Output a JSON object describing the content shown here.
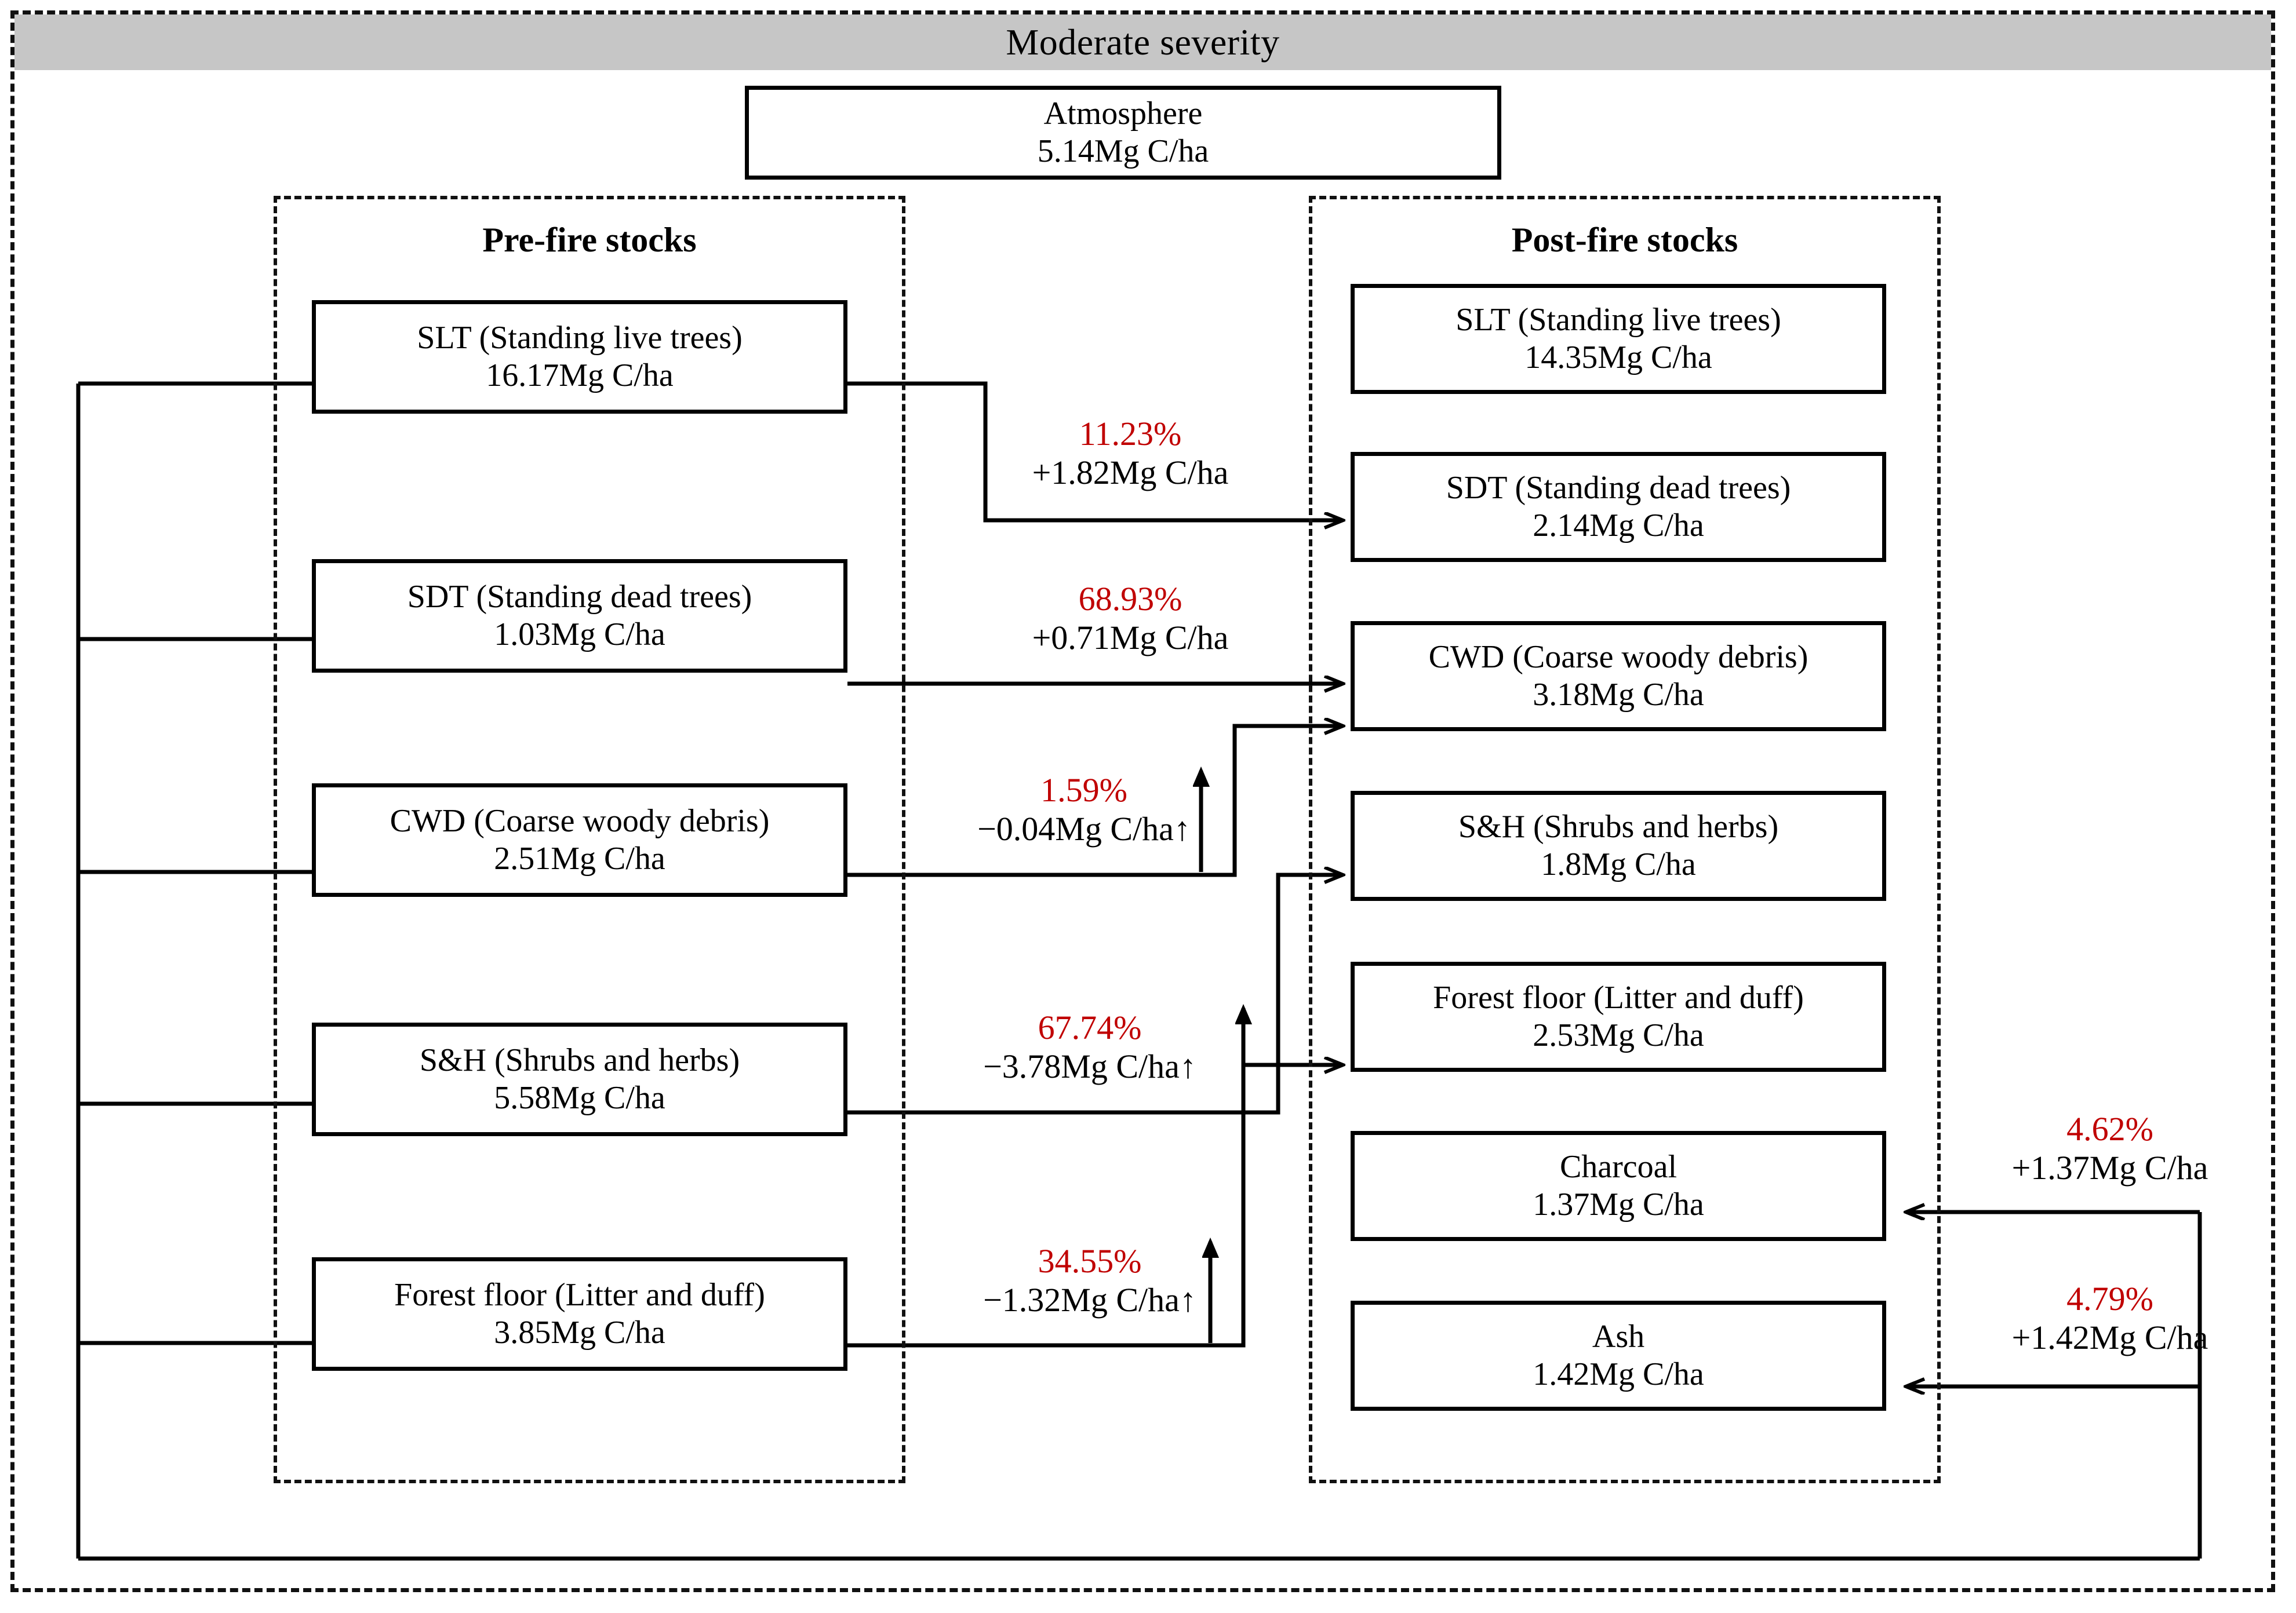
{
  "header": {
    "title": "Moderate severity"
  },
  "atmosphere": {
    "name": "Atmosphere",
    "value": "5.14Mg C/ha"
  },
  "panels": {
    "pre": {
      "title": "Pre-fire stocks"
    },
    "post": {
      "title": "Post-fire stocks"
    }
  },
  "pre_stocks": [
    {
      "name": "SLT (Standing live trees)",
      "value": "16.17Mg C/ha"
    },
    {
      "name": "SDT (Standing dead trees)",
      "value": "1.03Mg C/ha"
    },
    {
      "name": "CWD (Coarse woody debris)",
      "value": "2.51Mg C/ha"
    },
    {
      "name": "S&H (Shrubs and herbs)",
      "value": "5.58Mg C/ha"
    },
    {
      "name": "Forest floor (Litter and duff)",
      "value": "3.85Mg C/ha"
    }
  ],
  "post_stocks": [
    {
      "name": "SLT (Standing live trees)",
      "value": "14.35Mg C/ha"
    },
    {
      "name": "SDT (Standing dead trees)",
      "value": "2.14Mg C/ha"
    },
    {
      "name": "CWD (Coarse woody debris)",
      "value": "3.18Mg C/ha"
    },
    {
      "name": "S&H (Shrubs and herbs)",
      "value": "1.8Mg C/ha"
    },
    {
      "name": "Forest floor (Litter and duff)",
      "value": "2.53Mg C/ha"
    },
    {
      "name": "Charcoal",
      "value": "1.37Mg C/ha"
    },
    {
      "name": "Ash",
      "value": "1.42Mg C/ha"
    }
  ],
  "flows": [
    {
      "percent": "11.23%",
      "amount": "+1.82Mg C/ha",
      "arrow": ""
    },
    {
      "percent": "68.93%",
      "amount": "+0.71Mg C/ha",
      "arrow": ""
    },
    {
      "percent": "1.59%",
      "amount": "−0.04Mg C/ha",
      "arrow": "↑"
    },
    {
      "percent": "67.74%",
      "amount": "−3.78Mg C/ha",
      "arrow": "↑"
    },
    {
      "percent": "34.55%",
      "amount": "−1.32Mg C/ha",
      "arrow": "↑"
    },
    {
      "percent": "4.62%",
      "amount": "+1.37Mg C/ha",
      "arrow": ""
    },
    {
      "percent": "4.79%",
      "amount": "+1.42Mg C/ha",
      "arrow": ""
    }
  ],
  "colors": {
    "percent": "#c00000",
    "title_bar": "#c6c6c6",
    "line": "#000000"
  }
}
